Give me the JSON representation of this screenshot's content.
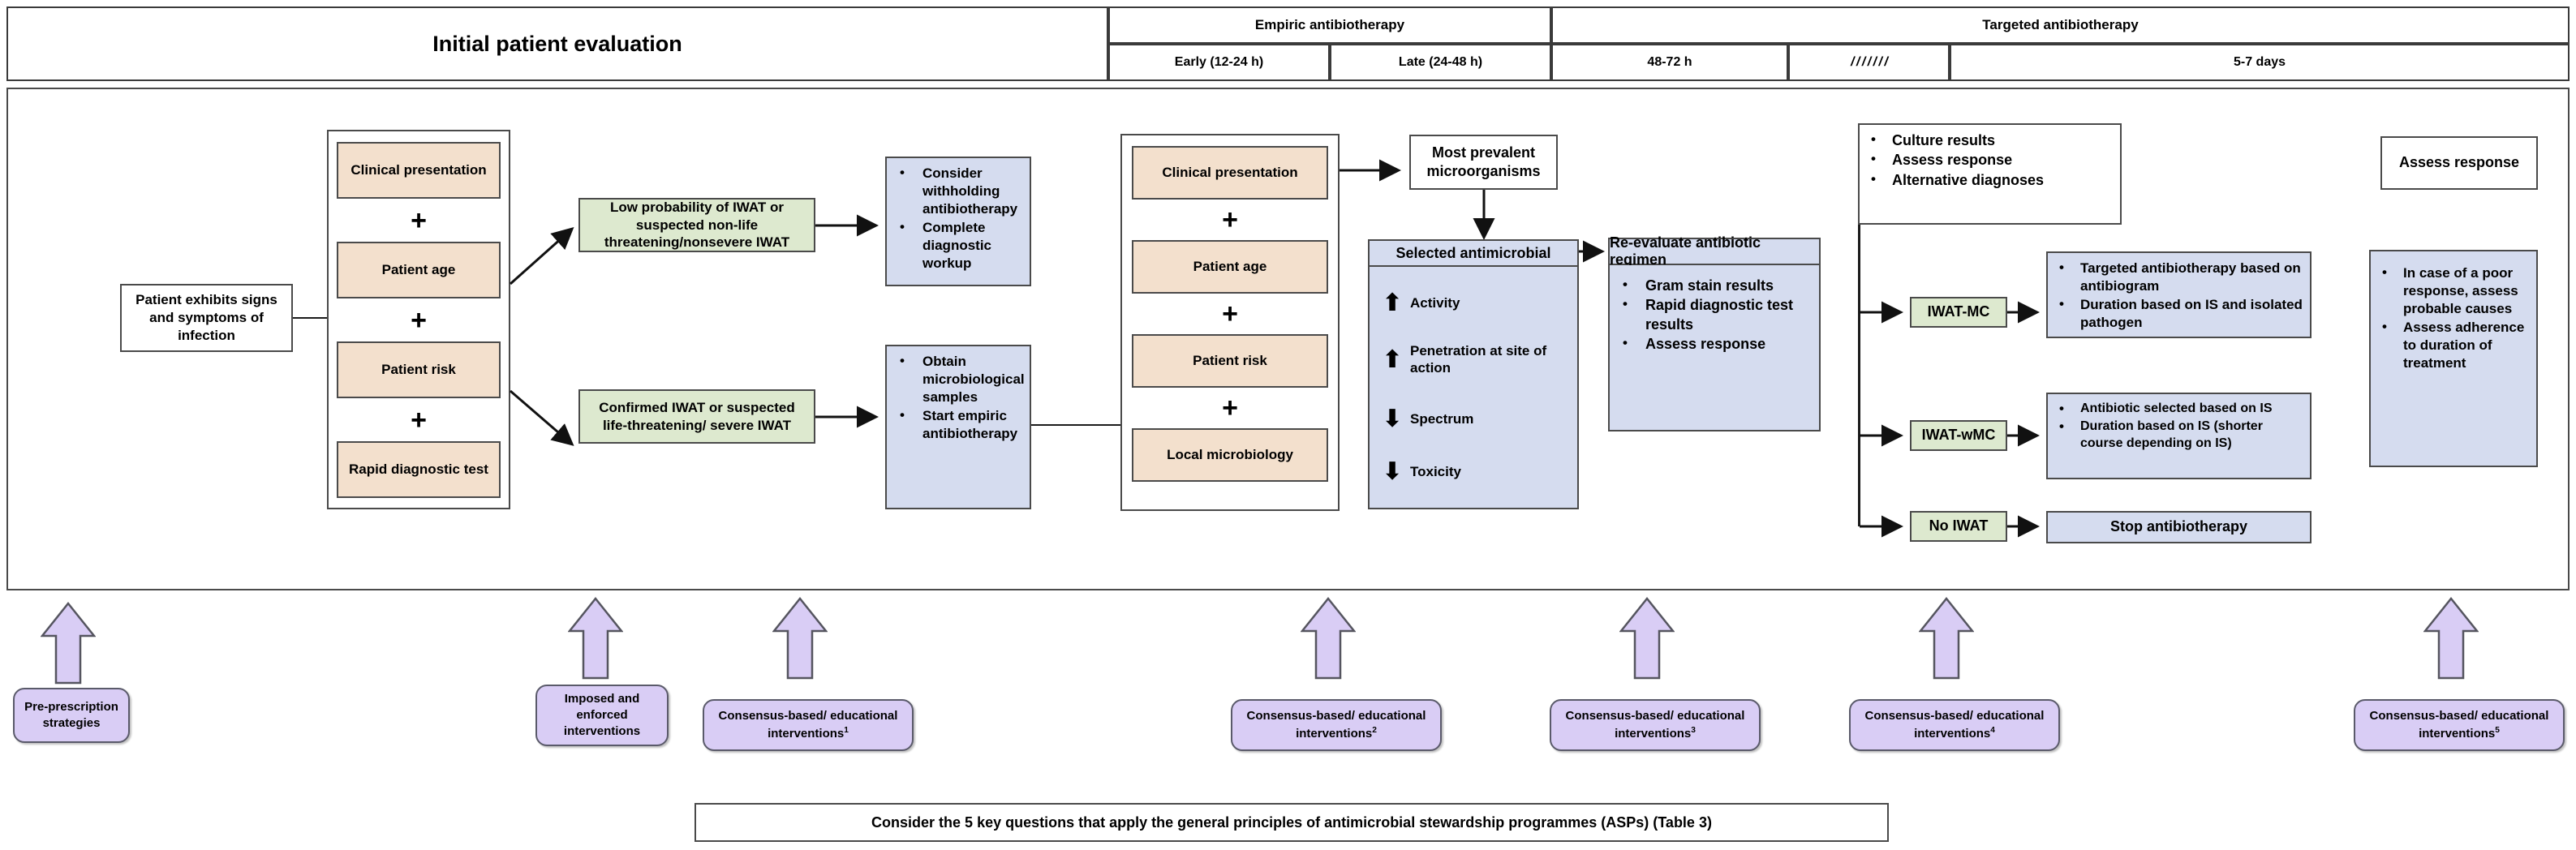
{
  "header": {
    "main_title": "Initial patient evaluation",
    "groups": [
      {
        "label": "Empiric antibiotherapy"
      },
      {
        "label": "Targeted antibiotherapy"
      }
    ],
    "phases": [
      {
        "label": "Early (12-24 h)"
      },
      {
        "label": "Late (24-48 h)"
      },
      {
        "label": "48-72 h"
      },
      {
        "label": "/ / / / / / /"
      },
      {
        "label": "5-7 days"
      }
    ]
  },
  "start": {
    "label": "Patient exhibits signs and symptoms of infection"
  },
  "evaluation_stack_1": {
    "items": [
      {
        "label": "Clinical presentation"
      },
      {
        "label": "Patient age"
      },
      {
        "label": "Patient risk"
      },
      {
        "label": "Rapid diagnostic test"
      }
    ],
    "operator": "+"
  },
  "decisions": [
    {
      "label": "Low probability of IWAT or suspected non-life threatening/nonsevere IWAT"
    },
    {
      "label": "Confirmed IWAT or suspected life-threatening/ severe IWAT"
    }
  ],
  "actions": [
    {
      "bullets": [
        "Consider withholding antibiotherapy",
        "Complete diagnostic workup"
      ]
    },
    {
      "bullets": [
        "Obtain microbiological samples",
        "Start empiric antibiotherapy"
      ]
    }
  ],
  "evaluation_stack_2": {
    "items": [
      {
        "label": "Clinical presentation"
      },
      {
        "label": "Patient age"
      },
      {
        "label": "Patient risk"
      },
      {
        "label": "Local microbiology"
      }
    ],
    "operator": "+"
  },
  "microorganisms": {
    "label": "Most prevalent microorganisms"
  },
  "selected_antimicrobial": {
    "title": "Selected antimicrobial",
    "criteria": [
      {
        "direction": "up",
        "glyph": "⬆",
        "label": "Activity"
      },
      {
        "direction": "up",
        "glyph": "⬆",
        "label": "Penetration at site of action"
      },
      {
        "direction": "down",
        "glyph": "⬇",
        "label": "Spectrum"
      },
      {
        "direction": "down",
        "glyph": "⬇",
        "label": "Toxicity"
      }
    ]
  },
  "reevaluate": {
    "title": "Re-evaluate antibiotic regimen",
    "bullets": [
      "Gram stain results",
      "Rapid diagnostic test results",
      "Assess response"
    ]
  },
  "culture_panel": {
    "bullets": [
      "Culture results",
      "Assess response",
      "Alternative diagnoses"
    ]
  },
  "outcomes": [
    {
      "tag": "IWAT-MC",
      "bullets": [
        "Targeted antibiotherapy based on antibiogram",
        "Duration based on IS and isolated pathogen"
      ]
    },
    {
      "tag": "IWAT-wMC",
      "bullets": [
        "Antibiotic selected based on IS",
        "Duration based on IS (shorter course depending on IS)"
      ]
    },
    {
      "tag": "No IWAT",
      "plain": "Stop antibiotherapy"
    }
  ],
  "assess_response": {
    "label": "Assess response"
  },
  "poor_response": {
    "bullets": [
      "In case of a poor response, assess probable causes",
      "Assess adherence to duration of treatment"
    ]
  },
  "interventions": [
    {
      "label": "Pre-prescription strategies",
      "sup": ""
    },
    {
      "label": "Imposed and enforced interventions",
      "sup": ""
    },
    {
      "label": "Consensus-based/ educational interventions",
      "sup": "1"
    },
    {
      "label": "Consensus-based/ educational interventions",
      "sup": "2"
    },
    {
      "label": "Consensus-based/ educational interventions",
      "sup": "3"
    },
    {
      "label": "Consensus-based/ educational interventions",
      "sup": "4"
    },
    {
      "label": "Consensus-based/ educational interventions",
      "sup": "5"
    }
  ],
  "footer": {
    "label": "Consider the 5 key questions that apply the general principles of antimicrobial stewardship programmes (ASPs) (Table 3)"
  },
  "colors": {
    "tan": "#f3e0cd",
    "green": "#dde9cf",
    "blue": "#d5dcef",
    "purple": "#d9cdf5",
    "border": "#4a4a4a",
    "text": "#000000"
  }
}
